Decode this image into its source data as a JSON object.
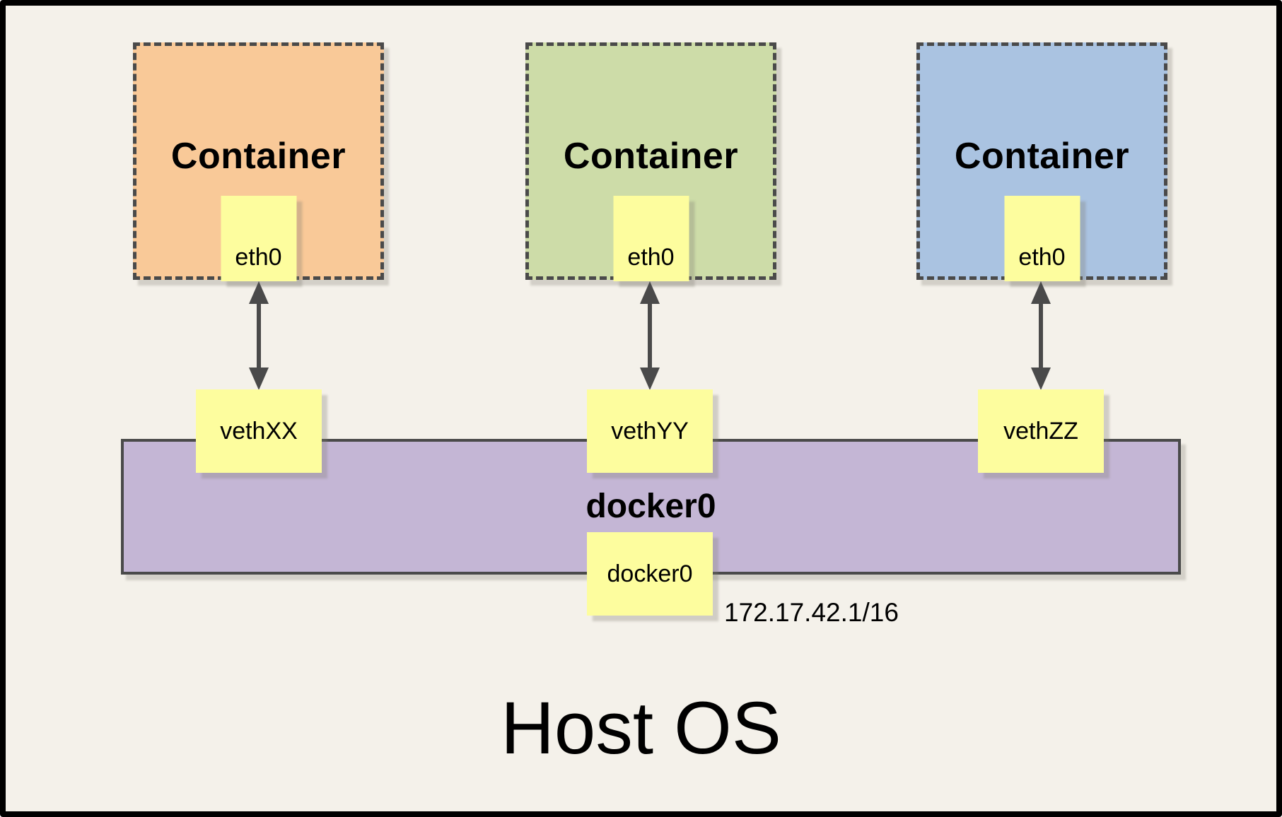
{
  "diagram": {
    "containers": [
      {
        "label": "Container",
        "interface": "eth0",
        "veth": "vethXX",
        "fill": "#F9C998"
      },
      {
        "label": "Container",
        "interface": "eth0",
        "veth": "vethYY",
        "fill": "#CDDCA8"
      },
      {
        "label": "Container",
        "interface": "eth0",
        "veth": "vethZZ",
        "fill": "#AAC3E1"
      }
    ],
    "bridge": {
      "label": "docker0",
      "interface_box": "docker0",
      "ip_annotation": "172.17.42.1/16",
      "fill": "#C4B6D5"
    },
    "host_label": "Host OS",
    "colors": {
      "background": "#F4F1EA",
      "node_fill": "#FDFD9E",
      "stroke": "#4A4A4A",
      "frame": "#000000"
    }
  }
}
